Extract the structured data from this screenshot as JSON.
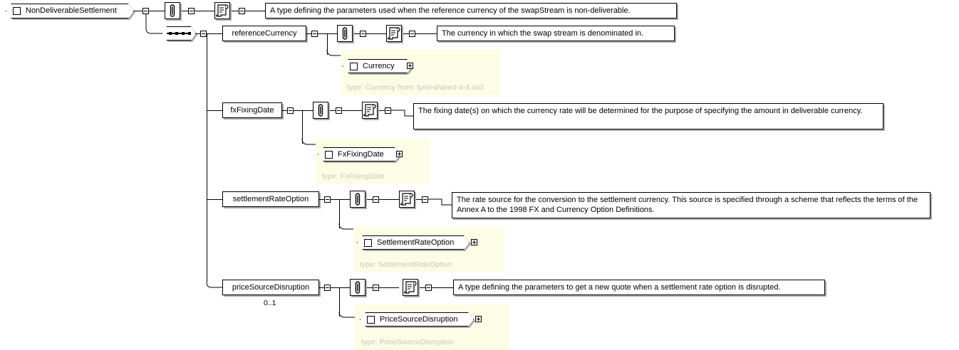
{
  "diagram": {
    "type": "xsd-schema-diagram",
    "root": {
      "name": "NonDeliverableSettlement",
      "icon": "element-square-icon",
      "annotation": "A type defining the parameters used when the reference currency of the swapStream is non-deliverable.",
      "compositor": "sequence"
    },
    "elements": [
      {
        "name": "referenceCurrency",
        "cardinality": "",
        "annotation": "The currency in which the swap stream is denominated in.",
        "type_box": {
          "label": "Currency",
          "type_caption": "type: Currency from: fpml-shared-4-4.xsd",
          "expand": "+"
        }
      },
      {
        "name": "fxFixingDate",
        "cardinality": "",
        "annotation": "The fixing date(s) on which the currency rate will be determined for the purpose of specifying the amount in deliverable currency.",
        "type_box": {
          "label": "FxFixingDate",
          "type_caption": "type: FxFixingDate",
          "expand": "+"
        }
      },
      {
        "name": "settlementRateOption",
        "cardinality": "",
        "annotation": "The rate source for the conversion to the settlement currency. This source is specified through a scheme that reflects the terms of the Annex A to the 1998 FX and Currency Option Definitions.",
        "type_box": {
          "label": "SettlementRateOption",
          "type_caption": "type: SettlementRateOption",
          "expand": "+"
        }
      },
      {
        "name": "priceSourceDisruption",
        "cardinality": "0..1",
        "annotation": "A type defining the parameters to get a new quote when a settlement rate option is disrupted.",
        "type_box": {
          "label": "PriceSourceDisruption",
          "type_caption": "type: PriceSourceDisruption",
          "expand": "+"
        }
      }
    ],
    "icons": {
      "attribute": "paperclip-icon",
      "documentation": "scroll-document-icon",
      "collapse": "minus-box-icon",
      "expand": "plus-box-icon"
    },
    "colors": {
      "background": "#ffffff",
      "line": "#000000",
      "shadow": "#a9a9a9",
      "type_panel": "#fdfde6",
      "type_caption": "#c8c8b4"
    }
  }
}
